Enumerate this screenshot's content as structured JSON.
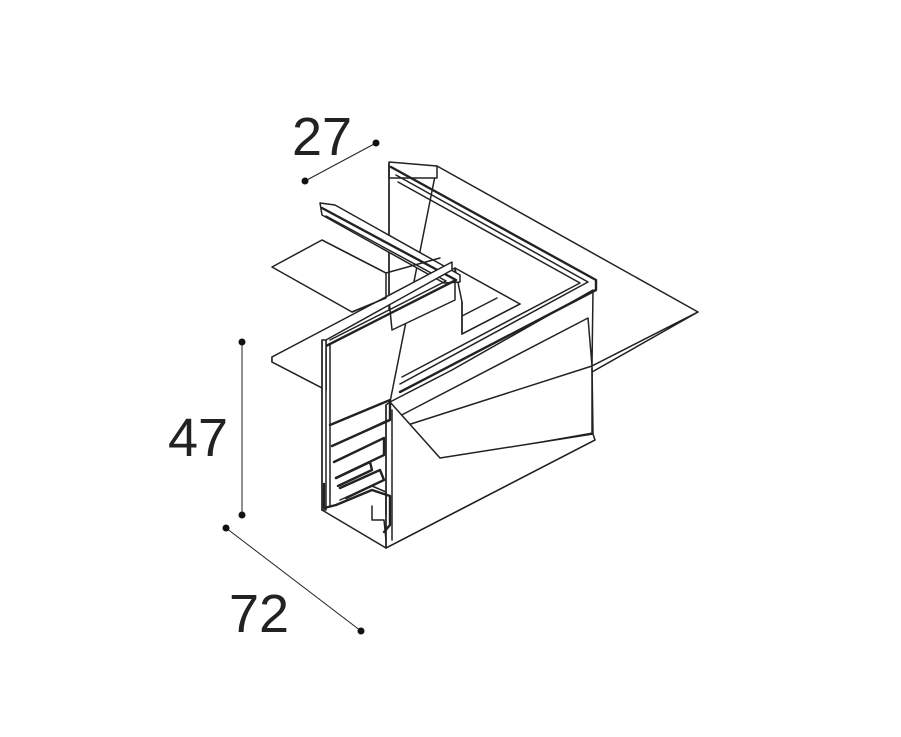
{
  "dimensions": {
    "width_label": "27",
    "height_label": "47",
    "length_label": "72"
  },
  "colors": {
    "line": "#222222",
    "background": "#ffffff"
  }
}
